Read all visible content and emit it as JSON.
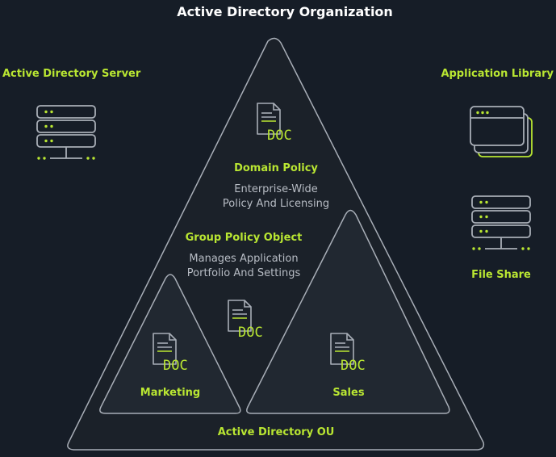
{
  "title": "Active Directory Organization",
  "left_panel": {
    "label": "Active Directory Server",
    "icon": "server-icon"
  },
  "right_panel": {
    "app_label": "Application Library",
    "app_icon": "app-window-icon",
    "file_label": "File Share",
    "file_icon": "server-icon"
  },
  "diagram": {
    "domain_policy": {
      "label": "Domain Policy",
      "desc1": "Enterprise-Wide",
      "desc2": "Policy And Licensing",
      "doc_text": "DOC"
    },
    "gpo": {
      "label": "Group Policy Object",
      "desc1": "Manages Application",
      "desc2": "Portfolio And Settings",
      "doc_text": "DOC"
    },
    "marketing": {
      "label": "Marketing",
      "doc_text": "DOC"
    },
    "sales": {
      "label": "Sales",
      "doc_text": "DOC"
    },
    "ou_label": "Active Directory OU"
  },
  "colors": {
    "background": "#161d27",
    "accent": "#b9e632",
    "outline": "#a8aeb7",
    "text_muted": "#b7bcc4"
  }
}
